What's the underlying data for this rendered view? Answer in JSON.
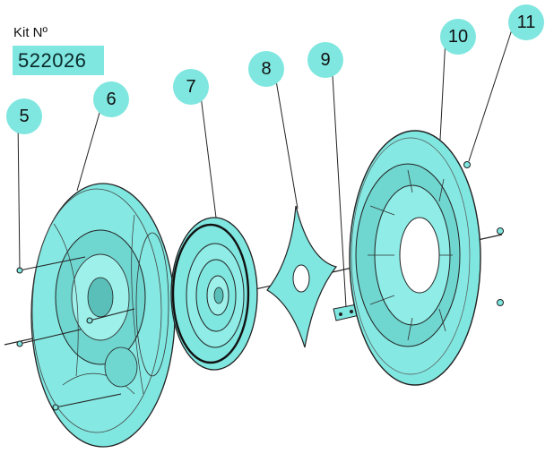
{
  "kit": {
    "label": "Kit Nº",
    "number": "522026"
  },
  "callouts": [
    "5",
    "6",
    "7",
    "8",
    "9",
    "10",
    "11"
  ],
  "colors": {
    "part_fill": "#7fe6e0",
    "part_dark": "#5bbfb9",
    "outline": "#1a1a1a"
  }
}
